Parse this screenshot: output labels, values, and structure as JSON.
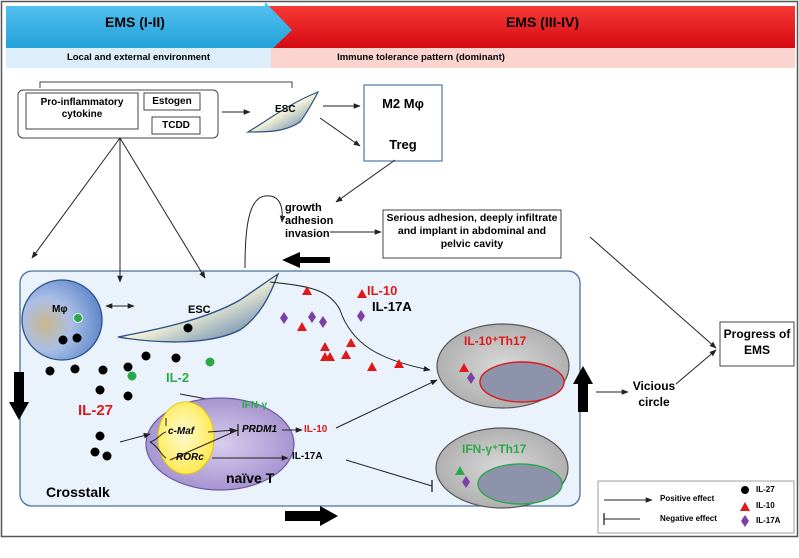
{
  "header": {
    "left_title": "EMS (I-II)",
    "right_title": "EMS (III-IV)",
    "left_sub": "Local and external environment",
    "right_sub": "Immune tolerance pattern (dominant)"
  },
  "factors": {
    "proinflammatory": "Pro-inflammatory cytokine",
    "estogen": "Estogen",
    "tcdd": "TCDD"
  },
  "esc_label": "ESC",
  "outcomes": {
    "m2": "M2 Mφ",
    "treg": "Treg",
    "growth": "growth\nadhesion\ninvasion",
    "serious": "Serious adhesion, deeply infiltrate and implant in abdominal and pelvic cavity",
    "progress": "Progress of EMS",
    "vicious": "Vicious circle"
  },
  "cells": {
    "macrophage": "Mφ",
    "il10_label": "IL-10",
    "il17a_label": "IL-17A",
    "il2": "IL-2",
    "il27": "IL-27",
    "ifng": "IFN-γ",
    "cmaf": "c-Maf",
    "rorc": "RORc",
    "prdm1": "PRDM1",
    "il10_small": "IL-10",
    "il17a_small": "IL-17A",
    "naive": "naïve T",
    "th17_il10": "IL-10⁺Th17",
    "th17_ifng": "IFN-γ⁺Th17",
    "crosstalk": "Crosstalk"
  },
  "legend": {
    "positive": "Positive effect",
    "negative": "Negative effect",
    "il27": "IL-27",
    "il10": "IL-10",
    "il17a": "IL-17A"
  },
  "colors": {
    "blue_arrow": "#29a9e0",
    "red_arrow": "#e8101c",
    "il10_red": "#e01818",
    "il17a_purple": "#7b3fa6",
    "il2_green": "#2ca84a",
    "panel_blue": "#e9f1fb"
  }
}
